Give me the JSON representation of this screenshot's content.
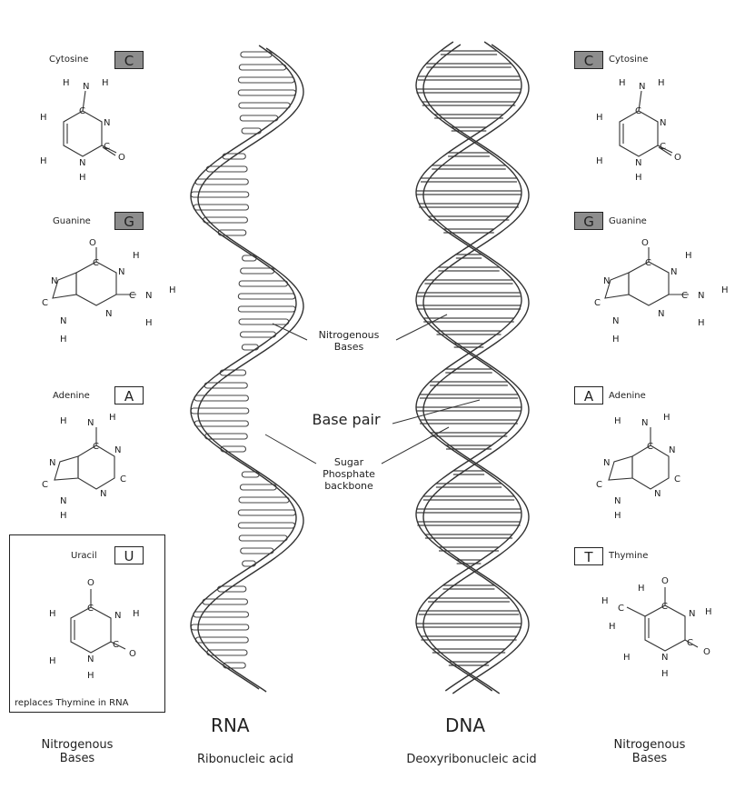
{
  "left_bases": {
    "cytosine": {
      "name": "Cytosine",
      "letter": "C"
    },
    "guanine": {
      "name": "Guanine",
      "letter": "G"
    },
    "adenine": {
      "name": "Adenine",
      "letter": "A"
    },
    "uracil": {
      "name": "Uracil",
      "letter": "U",
      "note": "replaces Thymine in RNA"
    },
    "caption_line1": "Nitrogenous",
    "caption_line2": "Bases"
  },
  "right_bases": {
    "cytosine": {
      "name": "Cytosine",
      "letter": "C"
    },
    "guanine": {
      "name": "Guanine",
      "letter": "G"
    },
    "adenine": {
      "name": "Adenine",
      "letter": "A"
    },
    "thymine": {
      "name": "Thymine",
      "letter": "T"
    },
    "caption_line1": "Nitrogenous",
    "caption_line2": "Bases"
  },
  "annotations": {
    "nitrogenous_line1": "Nitrogenous",
    "nitrogenous_line2": "Bases",
    "base_pair": "Base pair",
    "sugar_line1": "Sugar",
    "sugar_line2": "Phosphate",
    "sugar_line3": "backbone"
  },
  "rna": {
    "title": "RNA",
    "subtitle": "Ribonucleic acid"
  },
  "dna": {
    "title": "DNA",
    "subtitle": "Deoxyribonucleic acid"
  },
  "atoms": {
    "C": "C",
    "N": "N",
    "O": "O",
    "H": "H"
  },
  "colors": {
    "label_box_dark": "#8d8d8d",
    "ink": "#222222"
  }
}
